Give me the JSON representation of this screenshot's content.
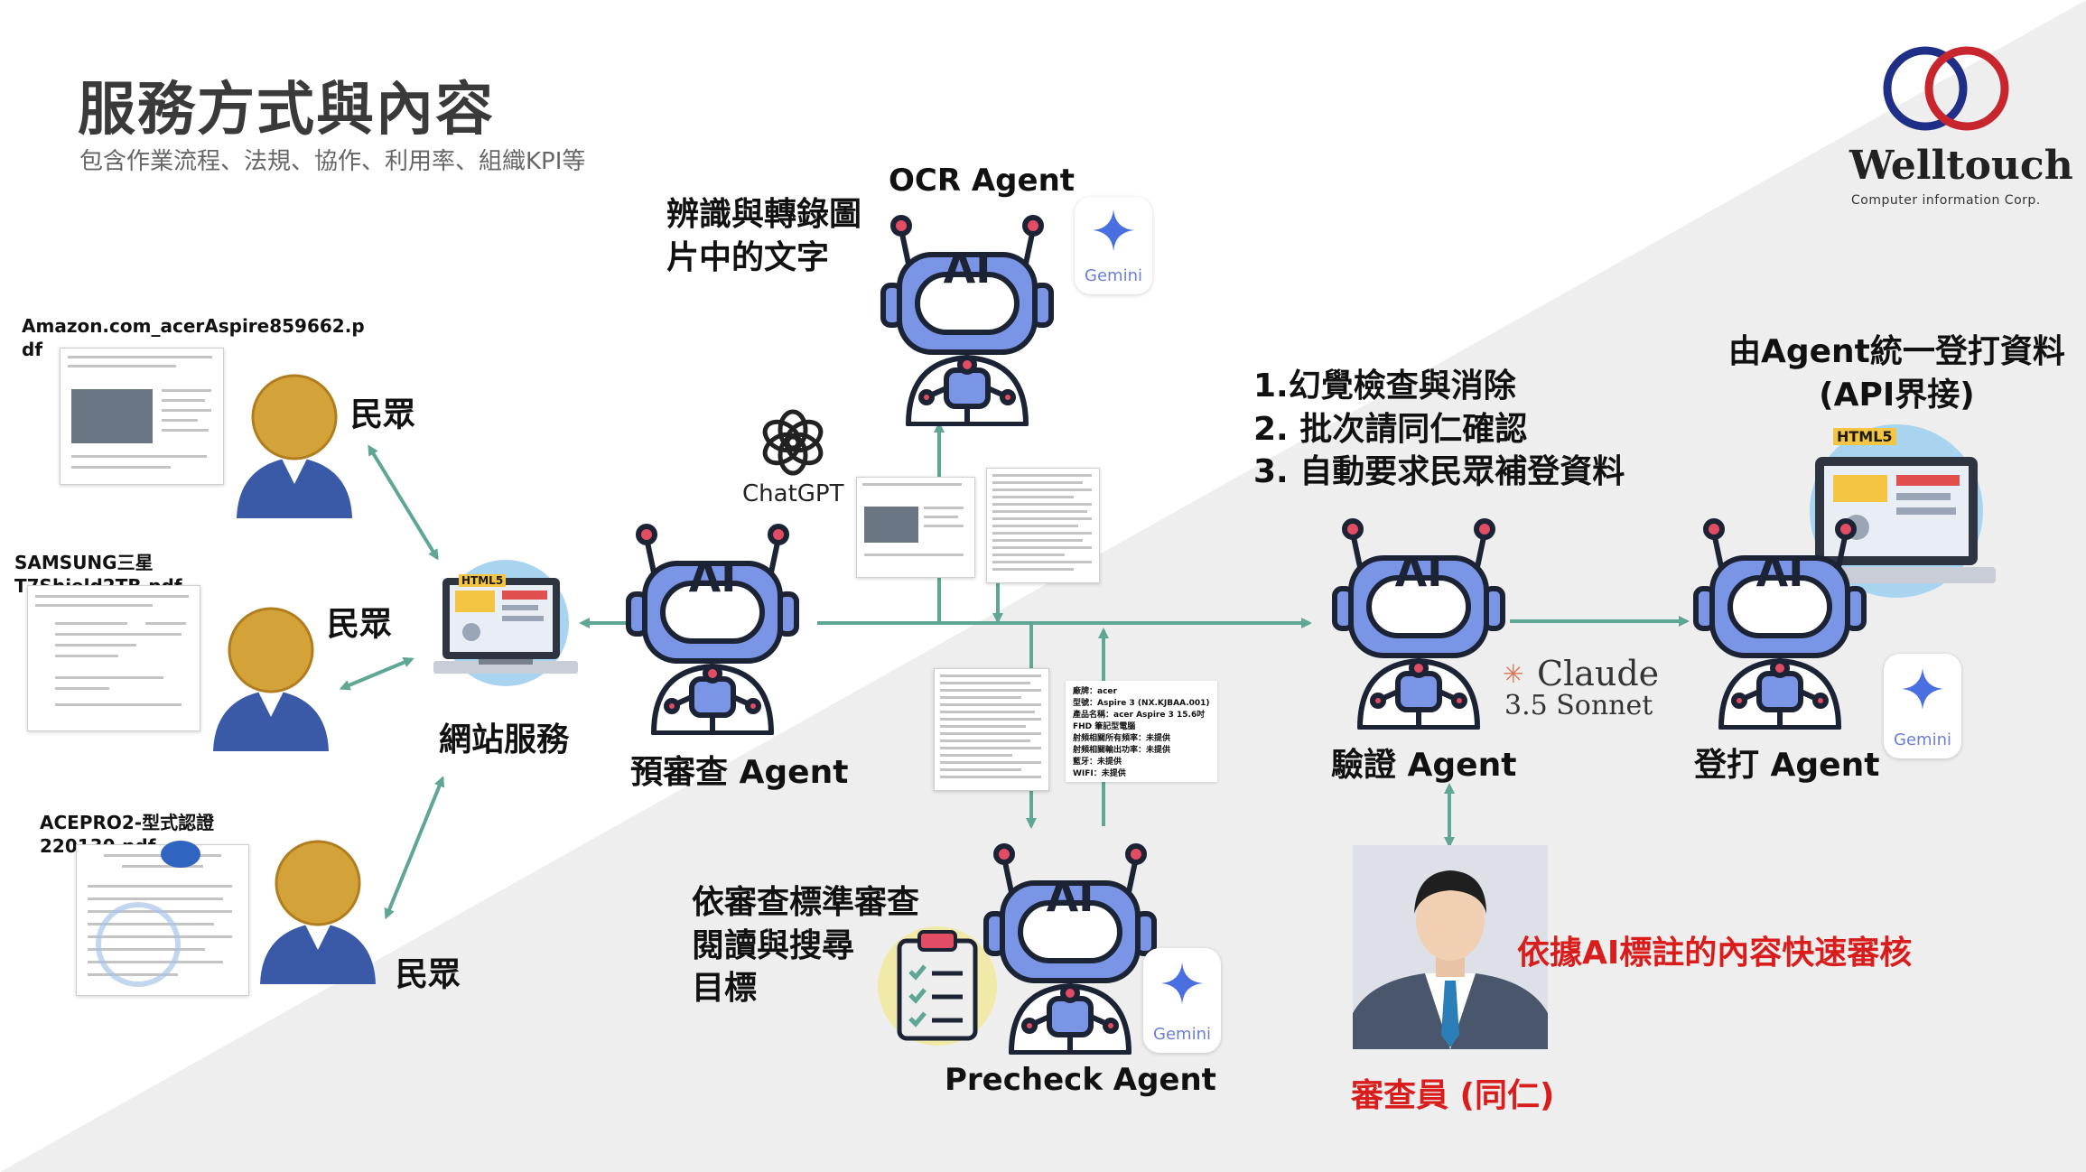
{
  "header": {
    "title": "服務方式與內容",
    "subtitle": "包含作業流程、法規、協作、利用率、組織KPI等"
  },
  "logo": {
    "name": "Welltouch",
    "tagline": "Computer information Corp."
  },
  "documents": {
    "doc1": "Amazon.com_acerAspire859662.p\ndf",
    "doc2": "SAMSUNG三星\nT7Shield2TB.pdf",
    "doc3": "ACEPRO2-型式認證\n220130.pdf"
  },
  "citizens": {
    "c1": "民眾",
    "c2": "民眾",
    "c3": "民眾"
  },
  "website": {
    "label": "網站服務",
    "screen_tag": "HTML5"
  },
  "agents": {
    "precheck_review": "預審查 Agent",
    "ocr": "OCR Agent",
    "precheck": "Precheck Agent",
    "verify": "驗證 Agent",
    "entry": "登打 Agent",
    "robot_badge": "AI"
  },
  "descriptions": {
    "ocr_desc": "辨識與轉錄圖\n片中的文字",
    "precheck_desc": "依審查標準審查\n閱讀與搜尋\n目標",
    "verify_steps": "1.幻覺檢查與消除\n2. 批次請同仁確認\n3. 自動要求民眾補登資料",
    "entry_desc": "由Agent統一登打資料\n(API界接)",
    "reviewer_note": "依據AI標註的內容快速審核"
  },
  "reviewer": {
    "label": "審查員 (同仁)"
  },
  "models": {
    "chatgpt": "ChatGPT",
    "gemini": "Gemini",
    "claude_name": "Claude",
    "claude_version": "3.5 Sonnet"
  },
  "extraction_note": "廠牌：acer\n型號：Aspire 3 (NX.KJBAA.001)\n產品名稱：acer Aspire 3 15.6吋\nFHD 筆記型電腦\n射頻相關所有頻率：未提供\n射頻相關輸出功率：未提供\n藍牙：未提供\nWIFI：未提供",
  "colors": {
    "arrow": "#5fa694",
    "accent_red": "#d91c1c",
    "robot_blue": "#7b95e6",
    "robot_dark": "#1c2334",
    "logo_blue": "#1f2e86",
    "logo_red": "#c8262e",
    "citizen_gold": "#d3a33a",
    "citizen_blue": "#3a5aa8",
    "gemini_blue": "#4a6fe0"
  }
}
